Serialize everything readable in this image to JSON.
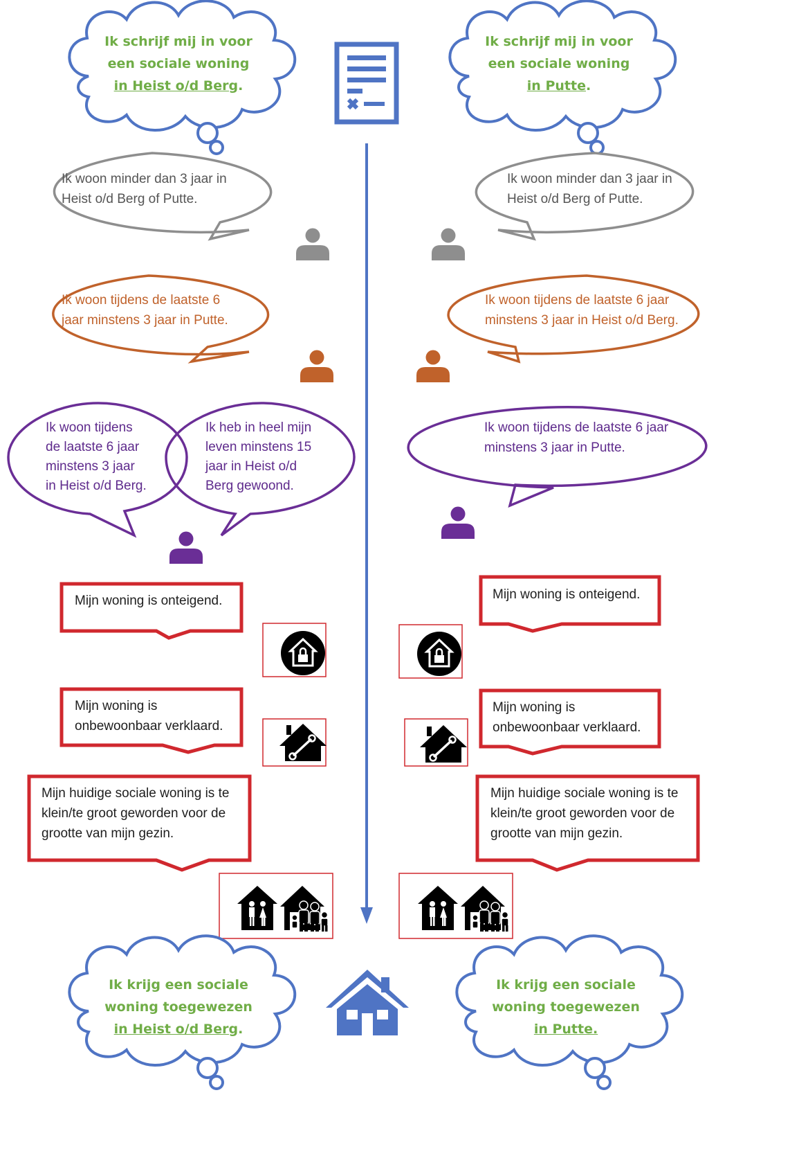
{
  "colors": {
    "cloud_outline": "#4f74c4",
    "cloud_text": "#70ad47",
    "gray": "#8e8e8e",
    "gray_text": "#555555",
    "orange": "#c0622b",
    "orange_text": "#c0622b",
    "purple": "#6a2e96",
    "purple_text": "#5e2a8c",
    "red": "#d0282e",
    "red_text": "#1e1e1e",
    "timeline": "#4f74c4"
  },
  "top": {
    "left": {
      "line1": "Ik schrijf mij in voor",
      "line2": "een sociale woning",
      "place": "in Heist o/d Berg",
      "end": "."
    },
    "right": {
      "line1": "Ik schrijf mij in voor",
      "line2": "een sociale woning",
      "place": "in Putte",
      "end": "."
    },
    "icon": "document-icon"
  },
  "gray_condition": {
    "left": {
      "line1": "Ik woon minder dan 3 jaar in",
      "line2": "Heist o/d Berg of Putte."
    },
    "right": {
      "line1": "Ik woon minder dan 3 jaar in",
      "line2": "Heist o/d Berg of Putte."
    }
  },
  "orange_condition": {
    "left": {
      "line1": "Ik woon tijdens de laatste 6",
      "line2": "jaar minstens 3 jaar in Putte."
    },
    "right": {
      "line1": "Ik woon tijdens de laatste 6 jaar",
      "line2": "minstens 3 jaar in Heist o/d Berg."
    }
  },
  "purple_condition": {
    "left_a": {
      "line1": "Ik woon tijdens",
      "line2": "de laatste 6 jaar",
      "line3": "minstens 3 jaar",
      "line4": "in Heist o/d Berg."
    },
    "left_b": {
      "line1": "Ik heb in heel mijn",
      "line2": "leven minstens 15",
      "line3": "jaar in Heist o/d",
      "line4": "Berg gewoond."
    },
    "right": {
      "line1": "Ik woon tijdens de laatste 6 jaar",
      "line2": "minstens 3 jaar in Putte."
    }
  },
  "red_conditions": {
    "expropriated": {
      "left": "Mijn woning is onteigend.",
      "right": "Mijn woning is onteigend."
    },
    "uninhabitable": {
      "left": {
        "line1": "Mijn woning is",
        "line2": "onbewoonbaar verklaard."
      },
      "right": {
        "line1": "Mijn woning is",
        "line2": "onbewoonbaar verklaard."
      }
    },
    "household_size": {
      "left": {
        "line1": "Mijn huidige sociale woning is te",
        "line2": "klein/te groot geworden voor de",
        "line3": "grootte van mijn gezin."
      },
      "right": {
        "line1": "Mijn huidige sociale woning is te",
        "line2": "klein/te groot geworden voor de",
        "line3": "grootte van mijn gezin."
      }
    }
  },
  "bottom": {
    "left": {
      "line1": "Ik krijg een sociale",
      "line2": "woning toegewezen",
      "place": "in Heist o/d Berg",
      "end": "."
    },
    "right": {
      "line1": "Ik krijg een sociale",
      "line2": "woning toegewezen",
      "place": "in Putte.",
      "end": ""
    },
    "icon": "house-icon"
  },
  "icons": [
    "person-icon",
    "locked-house-icon",
    "house-repair-icon",
    "family-house-icon",
    "document-icon",
    "house-icon"
  ]
}
